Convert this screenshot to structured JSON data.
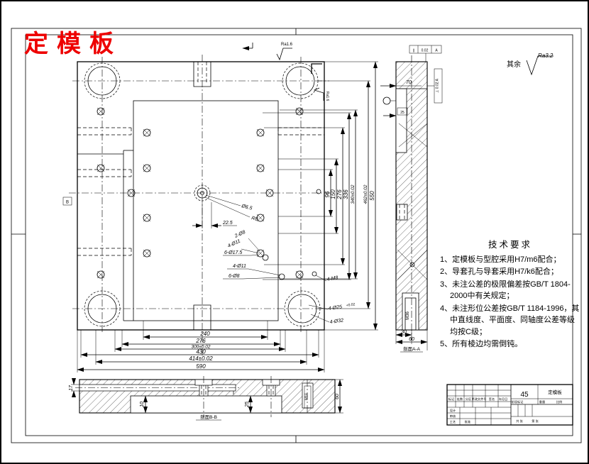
{
  "title": {
    "text": "定模板"
  },
  "general_roughness": {
    "prefix": "其余",
    "value": "Ra3.2"
  },
  "marks": {
    "ra_top": "Ra1.6",
    "ra_side": "Ra1.6",
    "datum_left": "B",
    "frame_sym": "∥",
    "frame_val": "0.02",
    "frame_ref": "A",
    "frame_vertical": "⊥ 0.02 A"
  },
  "main_view": {
    "dims_bottom": [
      "240",
      "276",
      "300±0.02",
      "430",
      "414±0.02",
      "590"
    ],
    "dims_right": [
      "96",
      "150",
      "276",
      "336",
      "340±0.02",
      "462±0.02",
      "550"
    ],
    "dim_offset": "22.5",
    "callout_center_dia": "Ø6.5",
    "callout_center_r": "R8",
    "callouts_cluster": [
      "2-Ø8",
      "4-Ø11",
      "6-Ø17.5",
      "4-Ø11",
      "6-Ø8"
    ],
    "callout_m8": "4-M8",
    "callout_d25": "4-Ø25",
    "callout_d25_tol": "+0.02",
    "callout_d32": "4-Ø32"
  },
  "side_view": {
    "dim_thickness": "70",
    "dim_notch": "25",
    "dim_30": "30",
    "dim_60": "60",
    "thread": "M36",
    "label": "剖面A-A"
  },
  "bottom_view": {
    "dim_17": "17",
    "dim_10": "10",
    "dim_25": "25",
    "dim_60": "60",
    "thread": "M16",
    "label": "剖面B-B"
  },
  "tech": {
    "heading": "技术要求",
    "items": [
      "1、定模板与型腔采用H7/m6配合；",
      "2、导套孔与导套采用H7/k6配合；",
      "3、未注公差的极限偏差按GB/T 1804-2000中有关规定；",
      "4、未注形位公差按GB/T 1184-1996，其中直线度、平面度、同轴度公差等级均按C级；",
      "5、所有棱边均需倒钝。"
    ]
  },
  "title_block": {
    "material": "45",
    "part_name": "定模板",
    "rev_headers": [
      "标记",
      "处数",
      "分区",
      "更改文件号",
      "签名",
      "年月日"
    ],
    "roles": [
      "设计",
      "审核",
      "工艺",
      "批准"
    ],
    "stage": "阶段标记",
    "weight": "重量",
    "scale": "比例",
    "sheet_total": "共 张",
    "sheet_no": "第 张"
  }
}
